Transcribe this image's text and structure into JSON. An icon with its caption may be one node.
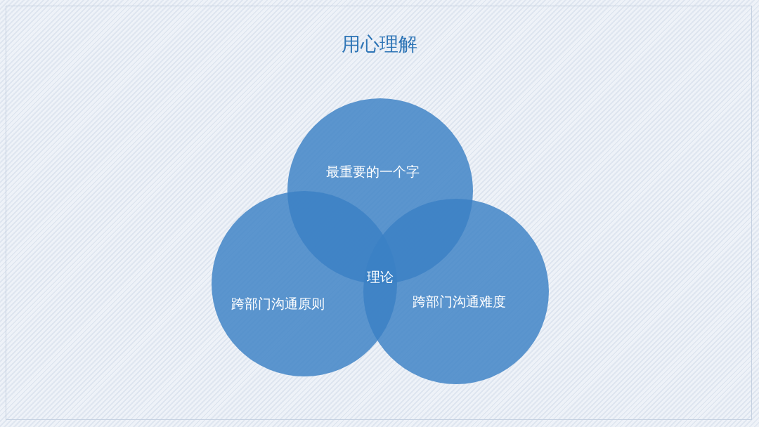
{
  "diagram": {
    "title": "用心理解",
    "nodes": [
      {
        "text": [
          "最重要的一个字"
        ]
      },
      {
        "text": [
          "跨部门沟通原则"
        ]
      },
      {
        "text": [
          "跨部门沟通难度"
        ]
      }
    ],
    "labels": [
      "理论"
    ]
  }
}
